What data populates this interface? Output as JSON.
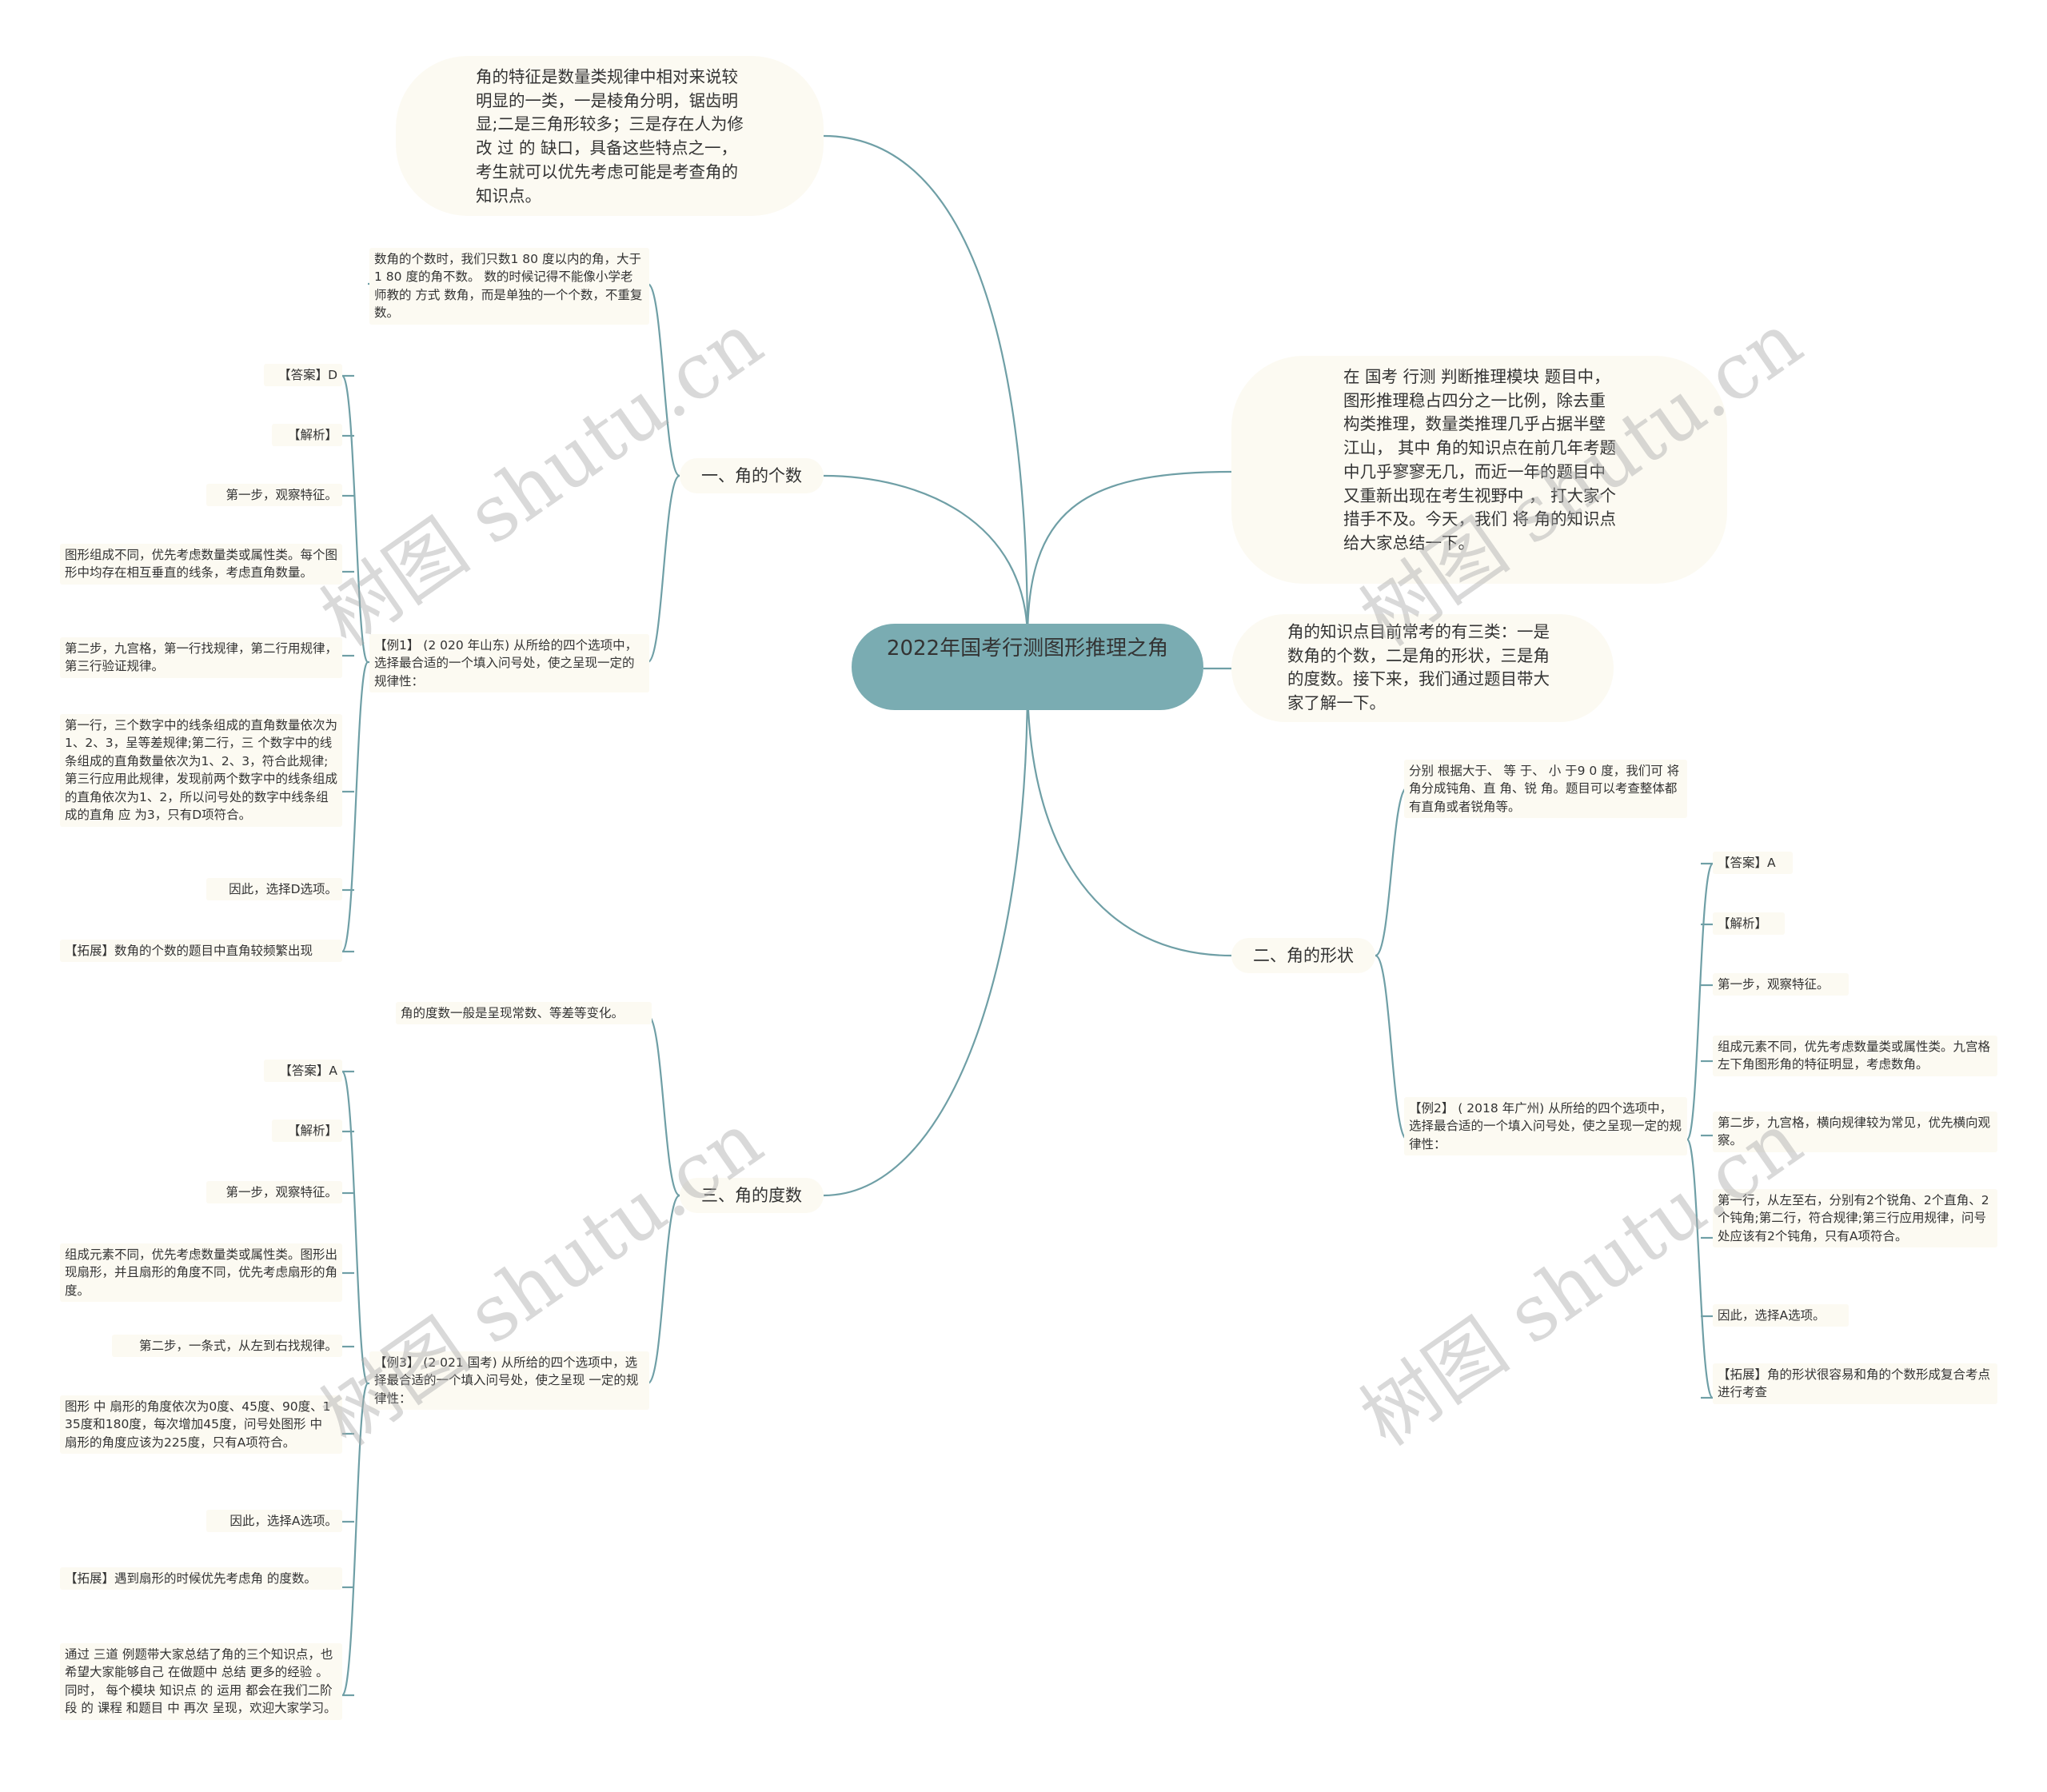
{
  "root": "2022年国考行测图形推理之角",
  "watermark": "树图 shutu.cn",
  "colors": {
    "root_fill": "#7aacb2",
    "node_fill": "#fcfaf2",
    "line": "#6f9fa6"
  },
  "intro": {
    "feature": "角的特征是数量类规律中相对来说较明显的一类，一是棱角分明，锯齿明显;二是三角形较多；三是存在人为修 改 过 的 缺口，具备这些特点之一，考生就可以优先考虑可能是考查角的知识点。",
    "background": "在 国考 行测 判断推理模块 题目中，  图形推理稳占四分之一比例，除去重构类推理，数量类推理几乎占据半壁江山，  其中 角的知识点在前几年考题中几乎寥寥无几，而近一年的题目中又重新出现在考生视野中 ，  打大家个措手不及。今天，我们 将 角的知识点给大家总结一下。",
    "overview": "角的知识点目前常考的有三类：一是数角的个数，二是角的形状，三是角的度数。接下来，我们通过题目带大家了解一下。"
  },
  "branch1": {
    "title": "一、角的个数",
    "note": "数角的个数时，我们只数1 80 度以内的角，大于 1 80 度的角不数。 数的时候记得不能像小学老师教的 方式 数角，而是单独的一个个数，不重复数。",
    "example": "【例1】 (2 020 年山东) 从所给的四个选项中，选择最合适的一个填入问号处，使之呈现一定的规律性：",
    "steps": [
      "【答案】D",
      "【解析】",
      "第一步，观察特征。",
      "图形组成不同，优先考虑数量类或属性类。每个图形中均存在相互垂直的线条，考虑直角数量。",
      "第二步，九宫格，第一行找规律，第二行用规律，第三行验证规律。",
      "第一行，三个数字中的线条组成的直角数量依次为1、2、3，呈等差规律;第二行，三 个数字中的线条组成的直角数量依次为1、2、3，符合此规律;第三行应用此规律，发现前两个数字中的线条组成的直角依次为1、2，所以问号处的数字中线条组成的直角 应 为3，只有D项符合。",
      "因此，选择D选项。",
      "【拓展】数角的个数的题目中直角较频繁出现"
    ]
  },
  "branch2": {
    "title": "二、角的形状",
    "note": "分别 根据大于、 等 于、 小 于9 0 度，我们可 将角分成钝角、直 角、锐 角。题目可以考查整体都有直角或者锐角等。",
    "example": "【例2】 ( 2018 年广州) 从所给的四个选项中，选择最合适的一个填入问号处，使之呈现一定的规律性：",
    "steps": [
      "【答案】A",
      "【解析】",
      "第一步，观察特征。",
      "组成元素不同，优先考虑数量类或属性类。九宫格左下角图形角的特征明显，考虑数角。",
      "第二步，九宫格，横向规律较为常见，优先横向观察。",
      "第一行，从左至右，分别有2个锐角、2个直角、2个钝角;第二行，符合规律;第三行应用规律，问号处应该有2个钝角，只有A项符合。",
      "因此，选择A选项。",
      "【拓展】角的形状很容易和角的个数形成复合考点进行考查"
    ]
  },
  "branch3": {
    "title": "三、角的度数",
    "note": "角的度数一般是呈现常数、等差等变化。",
    "example": "【例3】 (2 021 国考) 从所给的四个选项中，选择最合适的一个填入问号处，使之呈现 一定的规律性：",
    "steps": [
      "【答案】A",
      "【解析】",
      "第一步，观察特征。",
      "组成元素不同，优先考虑数量类或属性类。图形出现扇形，并且扇形的角度不同，优先考虑扇形的角度。",
      "第二步，一条式，从左到右找规律。",
      "图形 中 扇形的角度依次为0度、45度、90度、135度和180度，每次增加45度，问号处图形 中 扇形的角度应该为225度，只有A项符合。",
      "因此，选择A选项。",
      "【拓展】遇到扇形的时候优先考虑角 的度数。",
      "通过 三道 例题带大家总结了角的三个知识点，也希望大家能够自己 在做题中 总结 更多的经验 。同时， 每个模块 知识点 的 运用 都会在我们二阶段 的 课程 和题目 中 再次 呈现，欢迎大家学习。"
    ]
  }
}
